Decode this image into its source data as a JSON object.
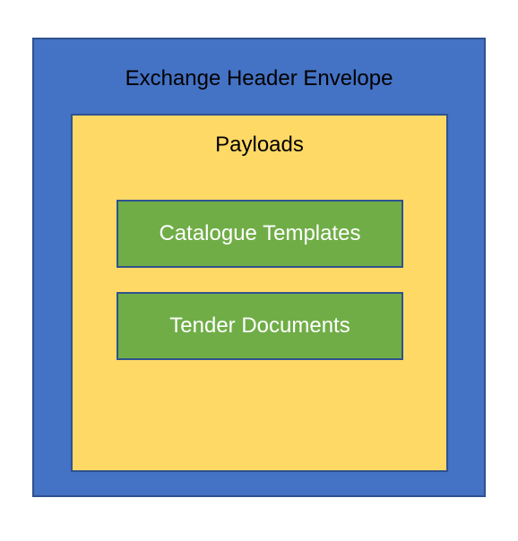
{
  "diagram": {
    "envelope": {
      "label": "Exchange Header Envelope",
      "fill": "#4472c4"
    },
    "payloads": {
      "label": "Payloads",
      "fill": "#ffd966"
    },
    "documents": [
      {
        "label": "Catalogue Templates"
      },
      {
        "label": "Tender Documents"
      }
    ],
    "document_fill": "#70ad47",
    "border_color": "#2f528f"
  }
}
